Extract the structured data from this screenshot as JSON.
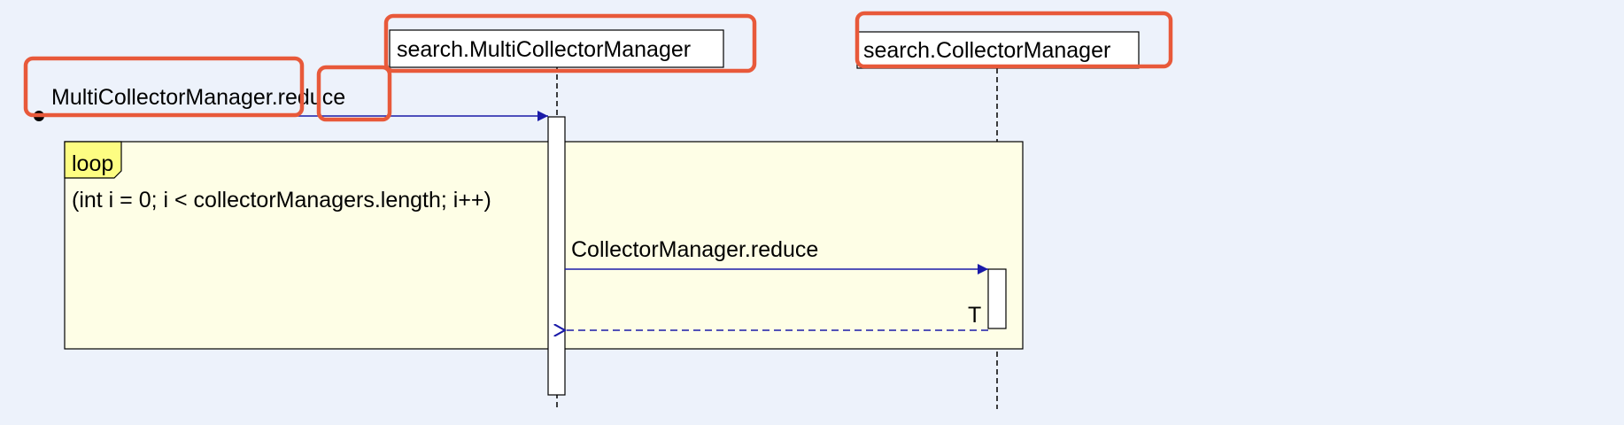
{
  "participants": [
    {
      "id": "multi",
      "name": "search.MultiCollectorManager"
    },
    {
      "id": "collector",
      "name": "search.CollectorManager"
    }
  ],
  "found_message": {
    "text": "MultiCollectorManager.reduce"
  },
  "loop_fragment": {
    "label": "loop",
    "guard": "(int i = 0; i < collectorManagers.length; i++)"
  },
  "messages": [
    {
      "text": "CollectorManager.reduce",
      "from": "multi",
      "to": "collector",
      "kind": "sync"
    },
    {
      "text": "T",
      "from": "collector",
      "to": "multi",
      "kind": "return"
    }
  ],
  "colors": {
    "background": "#edf2fb",
    "arrow": "#1a1aa8",
    "fragment_fill": "#fefee6",
    "tab_fill": "#fdfd82",
    "highlight": "#e8593a"
  }
}
